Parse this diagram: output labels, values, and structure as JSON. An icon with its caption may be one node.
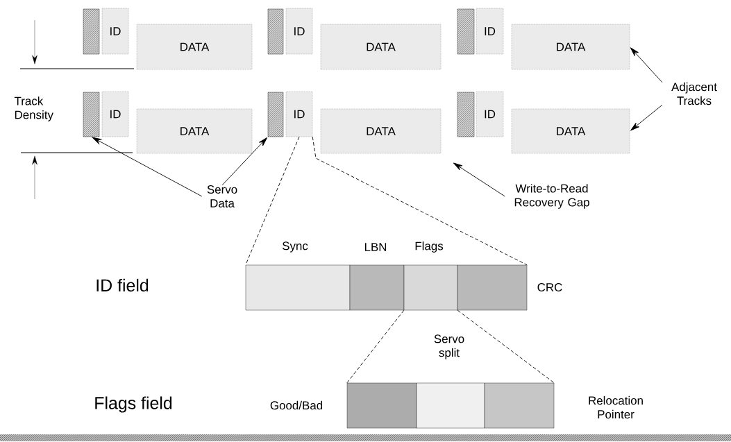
{
  "diagram": {
    "nodes": [
      {
        "text": [],
        "shape": "box"
      },
      {
        "text": [
          "ID"
        ]
      },
      {
        "text": [
          "DATA"
        ]
      },
      {
        "text": [],
        "shape": "box"
      },
      {
        "text": [
          "ID"
        ]
      },
      {
        "text": [
          "DATA"
        ]
      },
      {
        "text": [],
        "shape": "box"
      },
      {
        "text": [
          "ID"
        ]
      },
      {
        "text": [
          "DATA"
        ]
      },
      {
        "text": [],
        "shape": "box"
      },
      {
        "text": [
          "ID"
        ]
      },
      {
        "text": [
          "DATA"
        ]
      },
      {
        "text": [],
        "shape": "box"
      },
      {
        "text": [
          "ID"
        ]
      },
      {
        "text": [
          "DATA"
        ]
      },
      {
        "text": [],
        "shape": "box"
      },
      {
        "text": [
          "ID"
        ]
      },
      {
        "text": [
          "DATA"
        ]
      },
      {
        "text": [
          "Adjacent Tracks"
        ]
      },
      {
        "text": [
          "Servo Data"
        ]
      },
      {
        "text": [
          "Write-to-Read Recovery Gap"
        ]
      },
      {
        "text": [
          "Sync"
        ]
      },
      {
        "text": [
          "LBN"
        ]
      },
      {
        "text": [
          "Flags"
        ]
      },
      {
        "text": [
          "CRC"
        ]
      },
      {
        "text": [
          "Good/Bad"
        ]
      },
      {
        "text": [
          "Servo split"
        ]
      },
      {
        "text": [
          "Relocation Pointer"
        ]
      }
    ],
    "edges": [
      {
        "from": 18,
        "to": 8,
        "arrow": "to"
      },
      {
        "from": 18,
        "to": 17,
        "arrow": "to"
      },
      {
        "from": 19,
        "to": 9,
        "arrow": "to"
      },
      {
        "from": 19,
        "to": 12,
        "arrow": "to"
      },
      {
        "from": 20,
        "to": null,
        "arrow": "to"
      },
      {
        "from": 13,
        "to": 21,
        "arrow": "none",
        "style": "dashed"
      },
      {
        "from": 13,
        "to": 24,
        "arrow": "none",
        "style": "dashed"
      },
      {
        "from": 23,
        "to": 25,
        "arrow": "none",
        "style": "dashed"
      },
      {
        "from": 23,
        "to": 27,
        "arrow": "none",
        "style": "dashed"
      }
    ],
    "labels": [
      "Track Density",
      "ID field",
      "Flags field"
    ]
  }
}
